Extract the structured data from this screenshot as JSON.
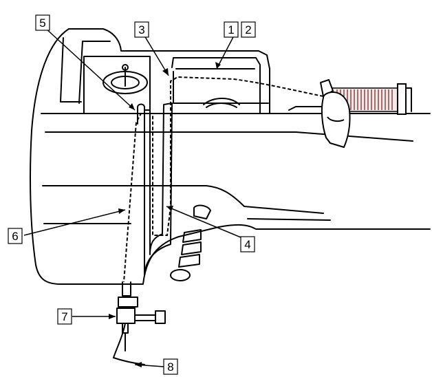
{
  "callouts": [
    {
      "id": "c1",
      "text": "1"
    },
    {
      "id": "c2",
      "text": "2"
    },
    {
      "id": "c3",
      "text": "3"
    },
    {
      "id": "c4",
      "text": "4"
    },
    {
      "id": "c5",
      "text": "5"
    },
    {
      "id": "c6",
      "text": "6"
    },
    {
      "id": "c7",
      "text": "7"
    },
    {
      "id": "c8",
      "text": "8"
    }
  ],
  "colors": {
    "line": "#000000",
    "spool": "#7a2b2b",
    "background": "#ffffff"
  },
  "icons": [
    "thread-spool-icon",
    "hand-icon",
    "needle-icon",
    "bobbin-winder-icon",
    "tension-dial-icon"
  ]
}
